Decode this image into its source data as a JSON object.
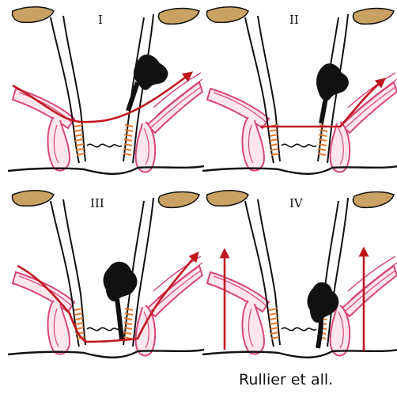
{
  "panels": [
    {
      "label": "I",
      "tumor_side": "right",
      "line": "low"
    },
    {
      "label": "II",
      "tumor_side": "right",
      "line": "level"
    },
    {
      "label": "III",
      "tumor_side": "right",
      "line": "bottom"
    },
    {
      "label": "IV",
      "tumor_side": "right",
      "line": "vertical"
    }
  ],
  "credit": "Rullier et all.",
  "colors": {
    "bone": "#c9a263",
    "muscle": "#d8467a",
    "muscle_fill": "#fde6ee",
    "sphincter": "#e07a2e",
    "tumor": "#111111",
    "resection": "#c0171f",
    "outline": "#111111"
  }
}
